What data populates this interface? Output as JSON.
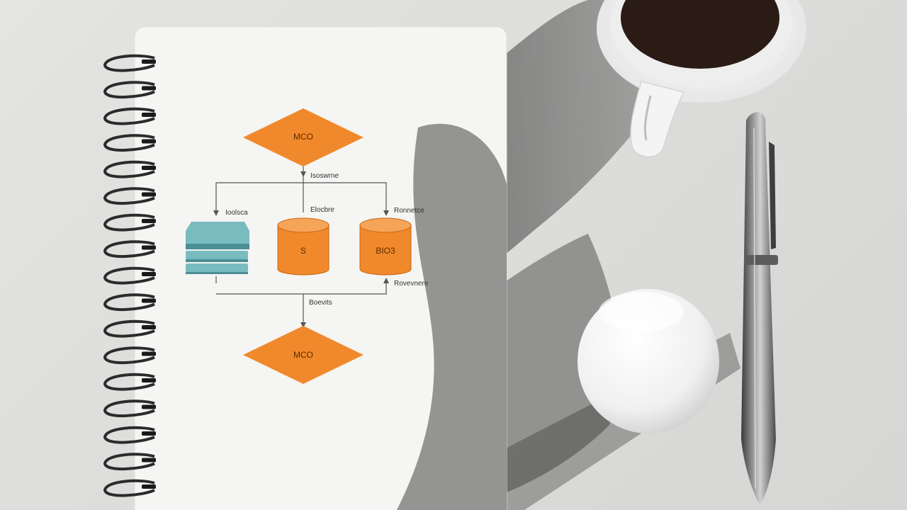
{
  "scene": {
    "description_free": true,
    "palette": {
      "background": "#dddddb",
      "paper": "#f4f4f2",
      "orange": "#f0892b",
      "orange_dark": "#d97017",
      "teal": "#6fb3b8",
      "teal_dark": "#4a8f95",
      "coil": "#2b2b2b",
      "coffee": "#2a1b14",
      "pen_metal": "#6b6b6b"
    }
  },
  "diagram": {
    "top_node": "MCO",
    "branch_label": "Isoswrne",
    "left_label": "Ioolsca",
    "middle_label": "Elocbre",
    "right_label": "Ronnetce",
    "middle_db": "S",
    "right_db": "BIO3",
    "merge_right_label": "Rovevnere",
    "merge_label": "Boevits",
    "bottom_node": "MCO"
  }
}
